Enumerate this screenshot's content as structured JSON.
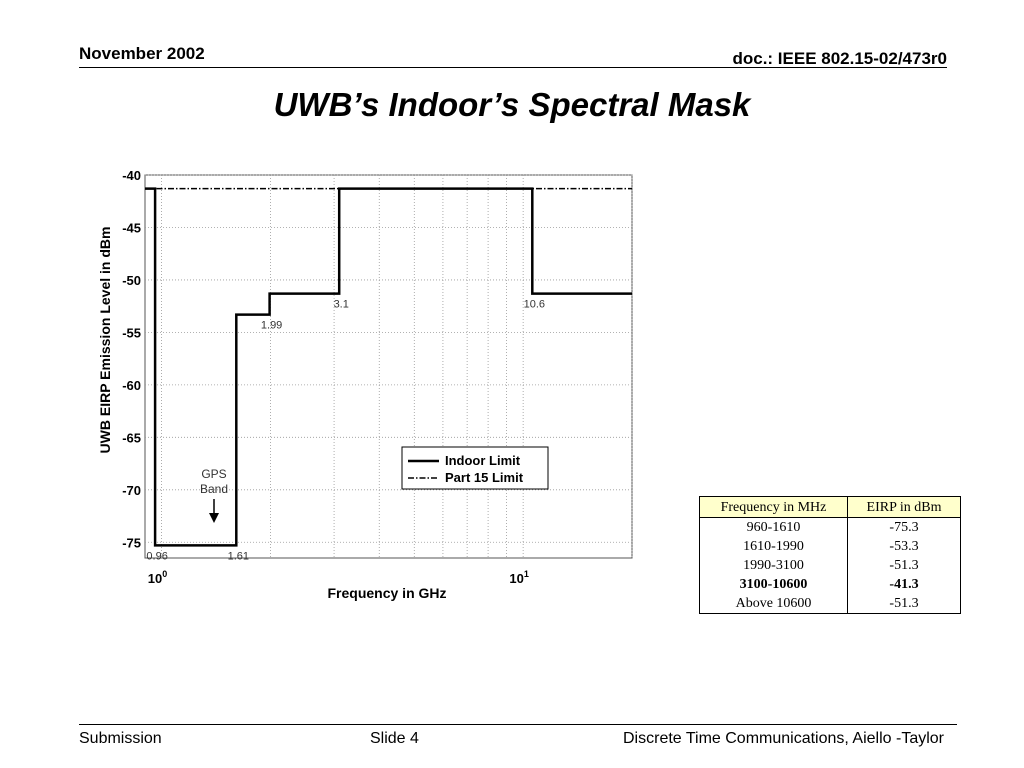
{
  "header": {
    "date": "November 2002",
    "doc": "doc.: IEEE 802.15-02/473r0"
  },
  "title": "UWB’s Indoor’s Spectral Mask",
  "chart_data": {
    "type": "line",
    "xlabel": "Frequency in GHz",
    "ylabel": "UWB EIRP Emission Level in dBm",
    "xscale": "log",
    "xlim": [
      0.9,
      20
    ],
    "ylim": [
      -76.5,
      -40
    ],
    "yticks": [
      -40,
      -45,
      -50,
      -55,
      -60,
      -65,
      -70,
      -75
    ],
    "xtick_labels": [
      {
        "value": 1,
        "base": "10",
        "exp": "0"
      },
      {
        "value": 10,
        "base": "10",
        "exp": "1"
      }
    ],
    "grid": true,
    "legend_position": "lower-right",
    "series": [
      {
        "name": "Indoor Limit",
        "style": "solid",
        "x": [
          0.9,
          0.96,
          0.96,
          1.61,
          1.61,
          1.99,
          1.99,
          3.1,
          3.1,
          10.6,
          10.6,
          20
        ],
        "y": [
          -41.3,
          -41.3,
          -75.3,
          -75.3,
          -53.3,
          -53.3,
          -51.3,
          -51.3,
          -41.3,
          -41.3,
          -51.3,
          -51.3
        ]
      },
      {
        "name": "Part 15 Limit",
        "style": "dash-dot",
        "x": [
          0.9,
          20
        ],
        "y": [
          -41.3,
          -41.3
        ]
      }
    ],
    "annotations": [
      {
        "text": "0.96",
        "x": 0.96,
        "y": -75.3
      },
      {
        "text": "1.61",
        "x": 1.61,
        "y": -75.3
      },
      {
        "text": "1.99",
        "x": 1.99,
        "y": -53.3
      },
      {
        "text": "3.1",
        "x": 3.1,
        "y": -51.3
      },
      {
        "text": "10.6",
        "x": 10.6,
        "y": -51.3
      }
    ],
    "gps_band": {
      "line1": "GPS",
      "line2": "Band"
    }
  },
  "table": {
    "headers": [
      "Frequency in MHz",
      "EIRP in dBm"
    ],
    "rows": [
      {
        "freq": "960-1610",
        "eirp": "-75.3",
        "bold": false
      },
      {
        "freq": "1610-1990",
        "eirp": "-53.3",
        "bold": false
      },
      {
        "freq": "1990-3100",
        "eirp": "-51.3",
        "bold": false
      },
      {
        "freq": "3100-10600",
        "eirp": "-41.3",
        "bold": true
      },
      {
        "freq": "Above 10600",
        "eirp": "-51.3",
        "bold": false
      }
    ]
  },
  "footer": {
    "left": "Submission",
    "center": "Slide 4",
    "right": "Discrete Time Communications, Aiello -Taylor"
  }
}
